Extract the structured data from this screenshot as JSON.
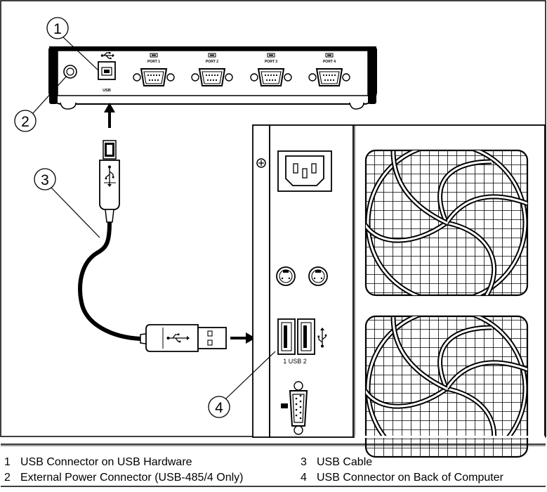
{
  "figure": {
    "ports": [
      "PORT 1",
      "PORT 2",
      "PORT 3",
      "PORT 4"
    ],
    "usb_label": "USB",
    "usb2_label": "1 USB 2",
    "callouts": [
      "1",
      "2",
      "3",
      "4"
    ]
  },
  "legend": {
    "items": [
      {
        "num": "1",
        "text": "USB Connector on USB Hardware"
      },
      {
        "num": "2",
        "text": "External Power Connector (USB-485/4 Only)"
      },
      {
        "num": "3",
        "text": "USB Cable"
      },
      {
        "num": "4",
        "text": "USB Connector on Back of Computer"
      }
    ]
  }
}
